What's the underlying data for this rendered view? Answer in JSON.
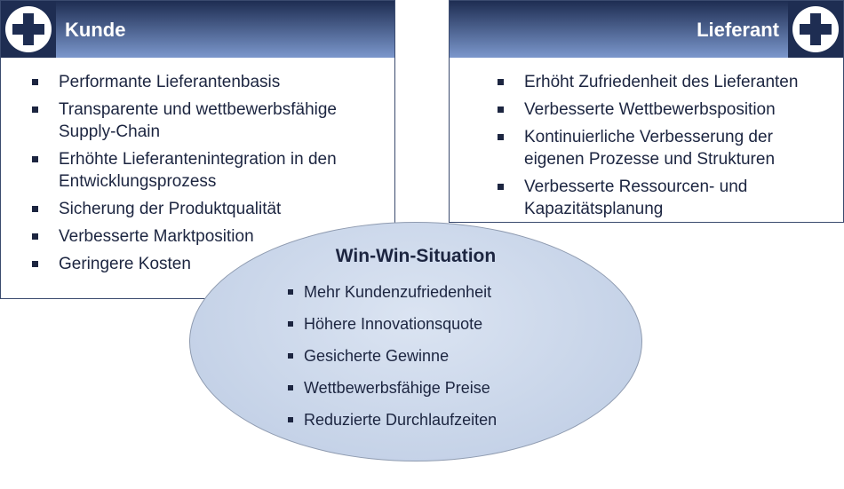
{
  "kunde": {
    "title": "Kunde",
    "icon": "plus-icon",
    "items": [
      "Performante Lieferantenbasis",
      "Transparente und wettbewerbsfähige Supply-Chain",
      "Erhöhte Lieferantenintegration in den Entwicklungsprozess",
      "Sicherung der Produktqualität",
      "Verbesserte Marktposition",
      "Geringere Kosten"
    ]
  },
  "lieferant": {
    "title": "Lieferant",
    "icon": "plus-icon",
    "items": [
      "Erhöht Zufriedenheit des Lieferanten",
      "Verbesserte Wettbewerbsposition",
      "Kontinuierliche Verbesserung der eigenen Prozesse und Strukturen",
      "Verbesserte Ressourcen- und Kapazitätsplanung"
    ]
  },
  "winwin": {
    "title": "Win-Win-Situation",
    "items": [
      "Mehr Kundenzufriedenheit",
      "Höhere Innovationsquote",
      "Gesicherte Gewinne",
      "Wettbewerbsfähige Preise",
      "Reduzierte Durchlaufzeiten"
    ]
  }
}
